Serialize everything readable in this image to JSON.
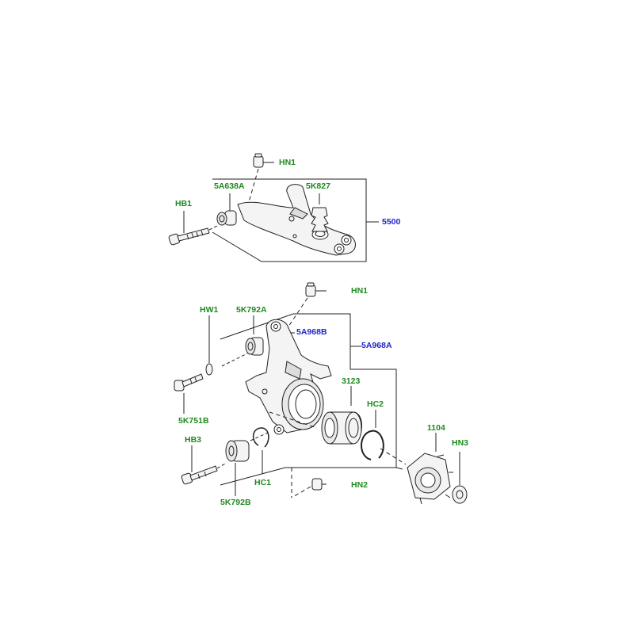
{
  "colors": {
    "part_label": "#1e8a1e",
    "assembly_label": "#2222cc",
    "line": "#222222",
    "part_fill": "#f4f4f4"
  },
  "labels": {
    "upper_hn1": "HN1",
    "upper_5a638a": "5A638A",
    "upper_5k827": "5K827",
    "upper_hb1": "HB1",
    "upper_5500": "5500",
    "lower_hn1": "HN1",
    "lower_hw1": "HW1",
    "lower_5k792a": "5K792A",
    "lower_5a968b": "5A968B",
    "lower_5a968a": "5A968A",
    "lower_3123": "3123",
    "lower_hc2": "HC2",
    "lower_1104": "1104",
    "lower_hn3": "HN3",
    "lower_5k751b": "5K751B",
    "lower_hb3": "HB3",
    "lower_hc1": "HC1",
    "lower_hn2": "HN2",
    "lower_5k792b": "5K792B"
  }
}
